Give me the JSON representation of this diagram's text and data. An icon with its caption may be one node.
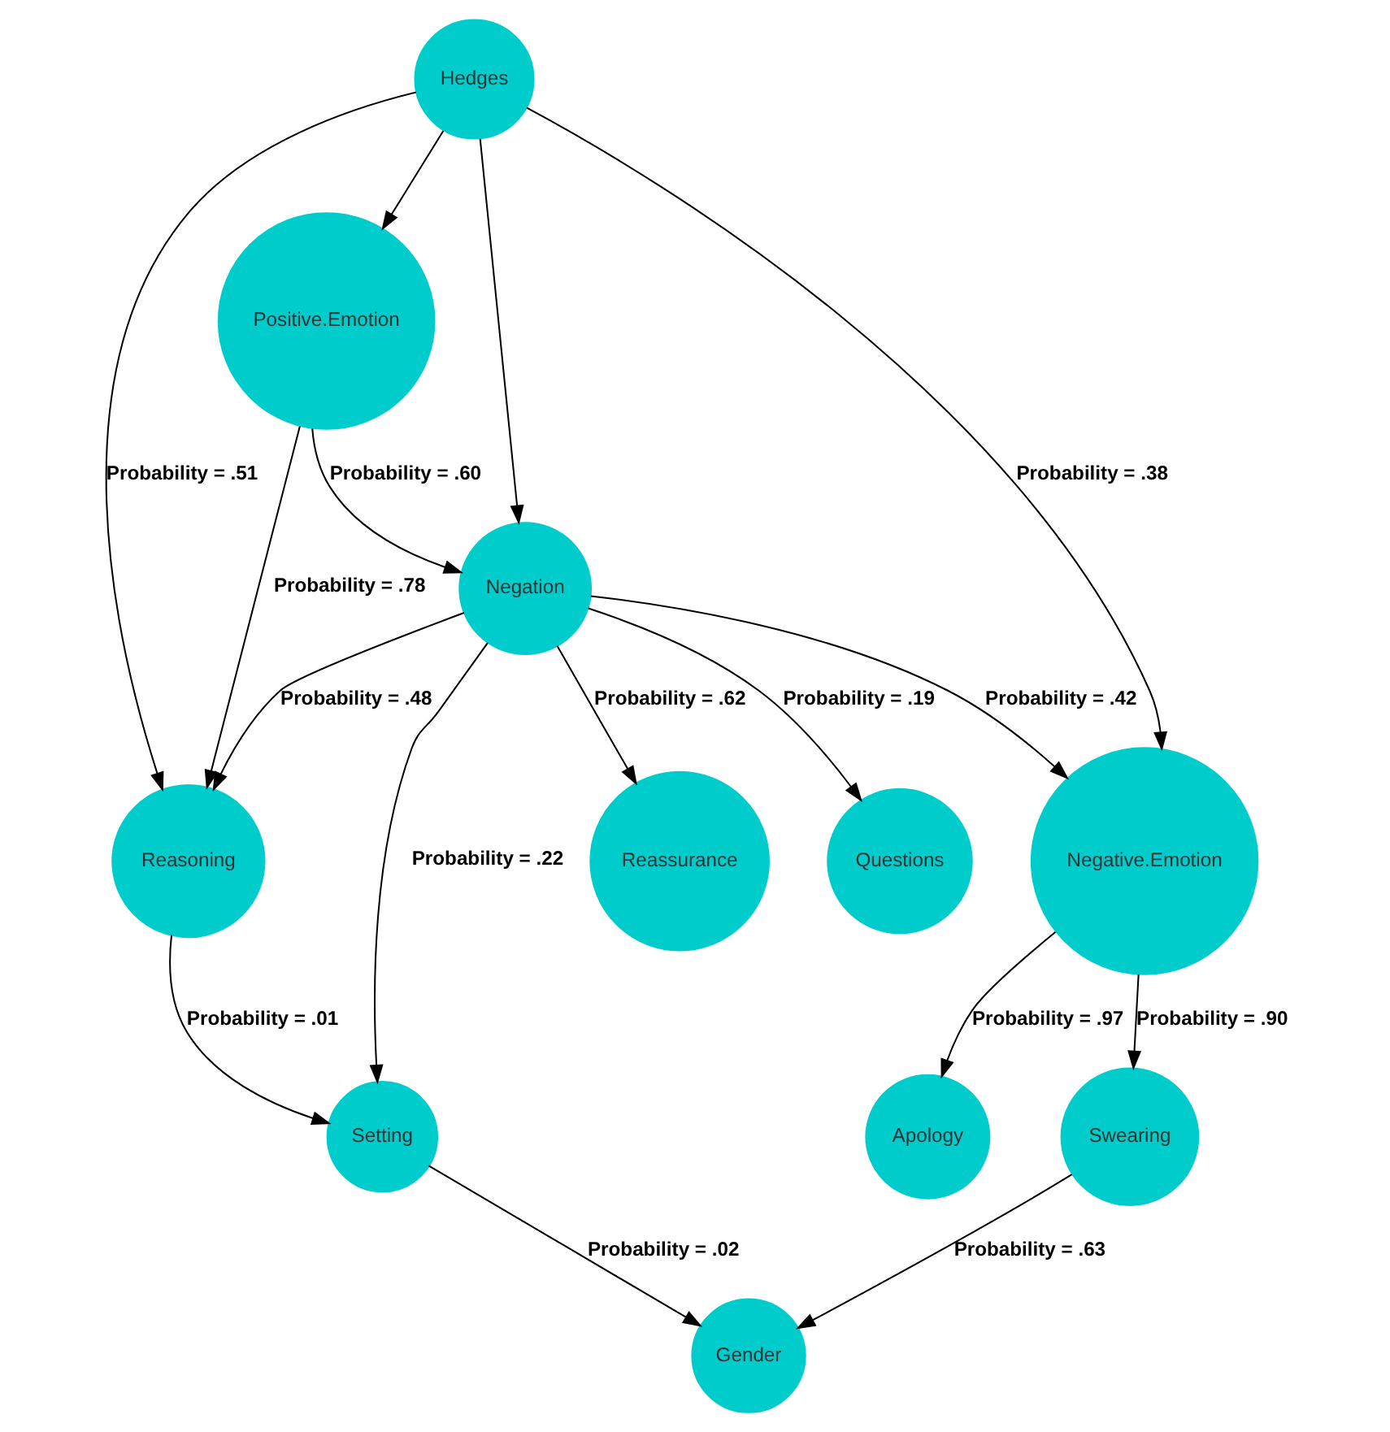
{
  "diagram": {
    "nodes": [
      {
        "text": [
          "Reassurance"
        ]
      },
      {
        "text": [
          "Questions"
        ]
      },
      {
        "text": [
          "Positive.Emotion"
        ]
      },
      {
        "text": [
          "Negation"
        ]
      },
      {
        "text": [
          "Apology"
        ]
      },
      {
        "text": [
          "Hedges"
        ]
      },
      {
        "text": [
          "Negative.Emotion"
        ]
      },
      {
        "text": [
          "Reasoning"
        ]
      },
      {
        "text": [
          "Setting"
        ]
      },
      {
        "text": [
          "Swearing"
        ]
      },
      {
        "text": [
          "Gender"
        ]
      }
    ],
    "edges": [
      {
        "from": 3,
        "to": 0,
        "arrow": "to",
        "label": "Probability = .62"
      },
      {
        "from": 3,
        "to": 1,
        "arrow": "to",
        "label": "Probability = .19"
      },
      {
        "from": 2,
        "to": 3,
        "arrow": "to",
        "label": "Probability = .60"
      },
      {
        "from": 3,
        "to": 6,
        "arrow": "to",
        "label": "Probability = .42"
      },
      {
        "from": 3,
        "to": 7,
        "arrow": "to",
        "label": "Probability = .48"
      },
      {
        "from": 5,
        "to": 2,
        "arrow": "to"
      },
      {
        "from": 5,
        "to": 3,
        "arrow": "to"
      },
      {
        "from": 6,
        "to": 4,
        "arrow": "to",
        "label": "Probability = .97"
      },
      {
        "from": 5,
        "to": 6,
        "arrow": "to",
        "label": "Probability = .38"
      },
      {
        "from": 2,
        "to": 7,
        "arrow": "to",
        "label": "Probability = .78"
      },
      {
        "from": 5,
        "to": 7,
        "arrow": "to",
        "label": "Probability = .51"
      },
      {
        "from": 3,
        "to": 8,
        "arrow": "to",
        "label": "Probability = .22"
      },
      {
        "from": 7,
        "to": 8,
        "arrow": "to",
        "label": "Probability = .01"
      },
      {
        "from": 6,
        "to": 9,
        "arrow": "to",
        "label": "Probability = .90"
      },
      {
        "from": 8,
        "to": 10,
        "arrow": "to",
        "label": "Probability = .02"
      },
      {
        "from": 9,
        "to": 10,
        "arrow": "to",
        "label": "Probability = .63"
      }
    ]
  }
}
